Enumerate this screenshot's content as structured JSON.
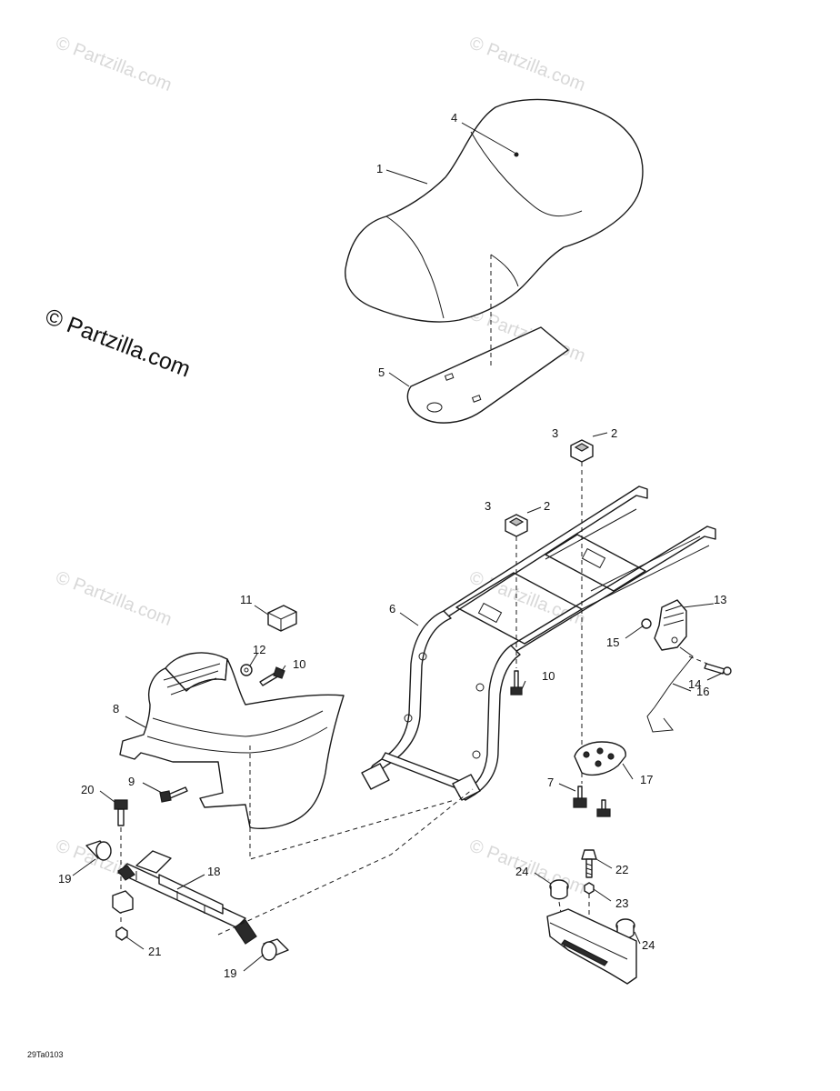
{
  "watermark": "© Partzilla.com",
  "copyright": "© Partzilla.com",
  "diagram_code": "29Ta0103",
  "callouts": {
    "c1": "1",
    "c2a": "2",
    "c2b": "2",
    "c3a": "3",
    "c3b": "3",
    "c4": "4",
    "c5": "5",
    "c6": "6",
    "c7": "7",
    "c8": "8",
    "c9": "9",
    "c10a": "10",
    "c10b": "10",
    "c11": "11",
    "c12": "12",
    "c13": "13",
    "c14": "14",
    "c15": "15",
    "c16": "16",
    "c17": "17",
    "c18": "18",
    "c19a": "19",
    "c19b": "19",
    "c20": "20",
    "c21": "21",
    "c22": "22",
    "c23": "23",
    "c24a": "24",
    "c24b": "24"
  }
}
